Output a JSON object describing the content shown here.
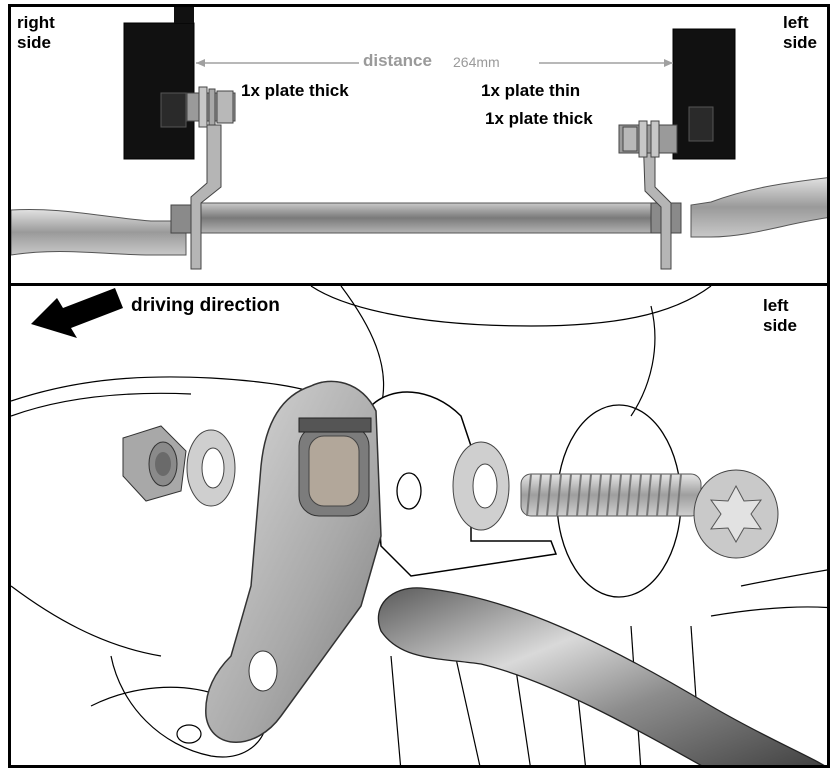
{
  "top_panel": {
    "right_side_line1": "right",
    "right_side_line2": "side",
    "left_side_line1": "left",
    "left_side_line2": "side",
    "distance_word": "distance",
    "distance_value": "264mm",
    "plate_thick_right": "1x plate thick",
    "plate_thin_left": "1x plate thin",
    "plate_thick_left": "1x plate thick"
  },
  "bottom_panel": {
    "driving_direction": "driving direction",
    "left_side_line1": "left",
    "left_side_line2": "side",
    "arrow_icon": "arrow-left-icon"
  },
  "colors": {
    "border": "#000000",
    "dimension_line": "#a0a0a0",
    "metal_light": "#d8d8d8",
    "metal_mid": "#9c9c9c",
    "metal_dark": "#5e5e5e",
    "motor_black": "#111111"
  }
}
